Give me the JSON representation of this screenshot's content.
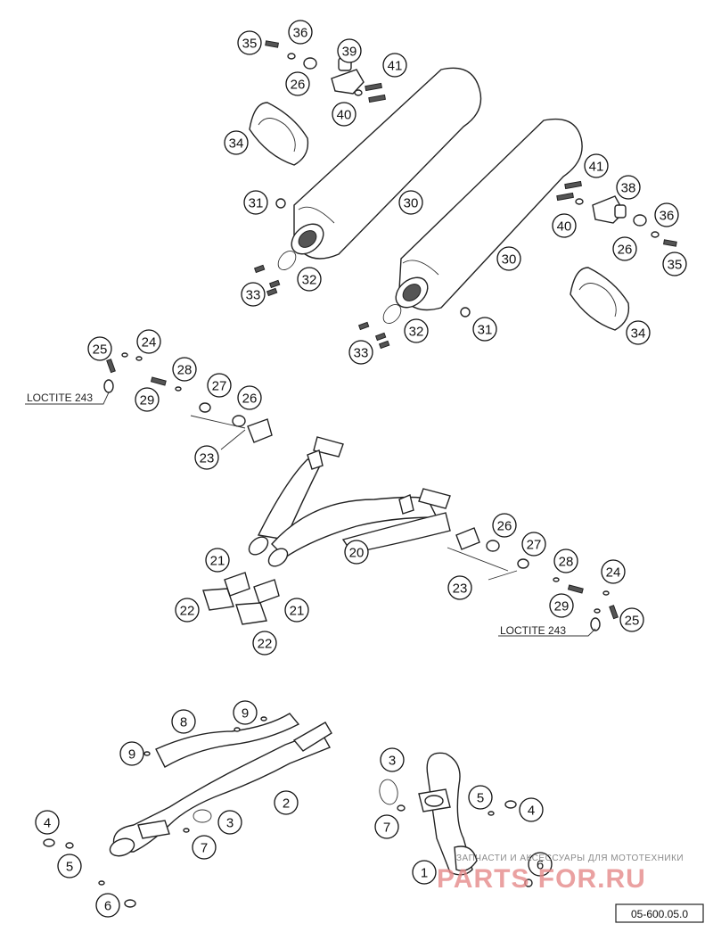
{
  "diagram": {
    "callouts": [
      "35",
      "36",
      "39",
      "41",
      "26",
      "40",
      "34",
      "31",
      "30",
      "41",
      "38",
      "40",
      "36",
      "26",
      "35",
      "32",
      "33",
      "30",
      "34",
      "32",
      "31",
      "33",
      "25",
      "24",
      "28",
      "29",
      "27",
      "26",
      "23",
      "20",
      "26",
      "27",
      "21",
      "28",
      "24",
      "23",
      "29",
      "22",
      "21",
      "25",
      "22",
      "8",
      "9",
      "9",
      "2",
      "3",
      "4",
      "7",
      "5",
      "6",
      "3",
      "5",
      "4",
      "7",
      "1",
      "6"
    ],
    "notes": [
      "LOCTITE 243",
      "LOCTITE 243"
    ],
    "diagram_code": "05-600.05.0"
  },
  "watermark": {
    "top": "ЗАПЧАСТИ И АКСЕССУАРЫ ДЛЯ МОТОТЕХНИКИ",
    "brand": "PARTS FOR.RU"
  },
  "colors": {
    "line": "#222222",
    "watermark_red": "#e58a8a"
  }
}
